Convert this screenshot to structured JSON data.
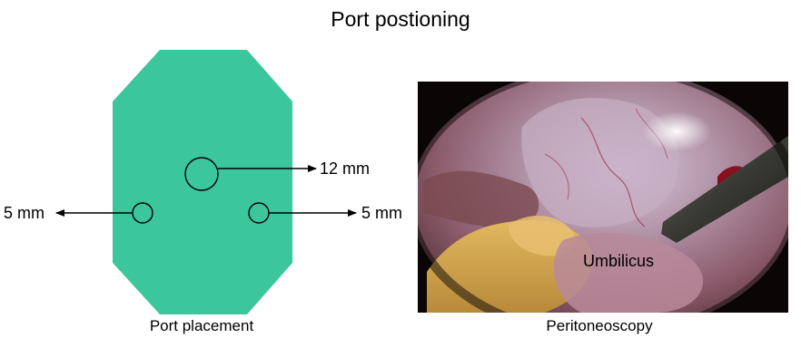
{
  "title": "Port postioning",
  "port_diagram": {
    "caption": "Port placement",
    "fill_color": "#3cc69b",
    "ports": [
      {
        "label": "12 mm"
      },
      {
        "label": "5 mm"
      },
      {
        "label": "5 mm"
      }
    ]
  },
  "endoscopy": {
    "caption": "Peritoneoscopy",
    "annotation": "Umbilicus"
  }
}
